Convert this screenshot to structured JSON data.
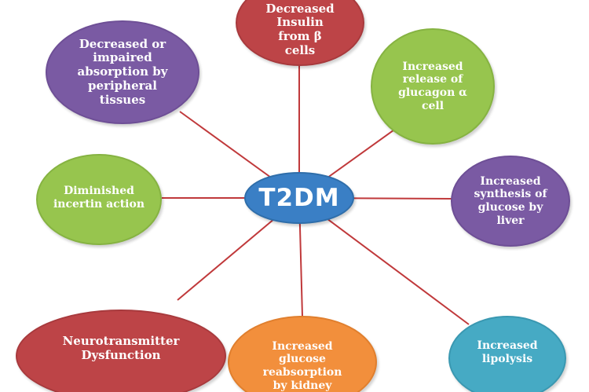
{
  "diagram": {
    "center": {
      "label": "T2DM",
      "color": "#3a7fc5"
    },
    "line_color": "#c0393b",
    "nodes": [
      {
        "id": "insulin",
        "label": "Decreased\nInsulin\nfrom β\ncells",
        "color": "#bd4447"
      },
      {
        "id": "glucagon",
        "label": "Increased\nrelease of\nglucagon α\ncell",
        "color": "#97c54e"
      },
      {
        "id": "liver",
        "label": "Increased\nsynthesis of\nglucose by\nliver",
        "color": "#7a5aa3"
      },
      {
        "id": "lipolysis",
        "label": "Increased\nlipolysis",
        "color": "#46aac4"
      },
      {
        "id": "kidney",
        "label": "Increased\nglucose\nreabsorption\nby kidney",
        "color": "#f28f3c"
      },
      {
        "id": "neuro",
        "label": "Neurotransmitter\nDysfunction",
        "color": "#bd4447"
      },
      {
        "id": "incretin",
        "label": "Diminished\nincertin action",
        "color": "#97c54e"
      },
      {
        "id": "absorption",
        "label": "Decreased or\nimpaired\nabsorption by\nperipheral\ntissues",
        "color": "#7a5aa3"
      }
    ]
  }
}
